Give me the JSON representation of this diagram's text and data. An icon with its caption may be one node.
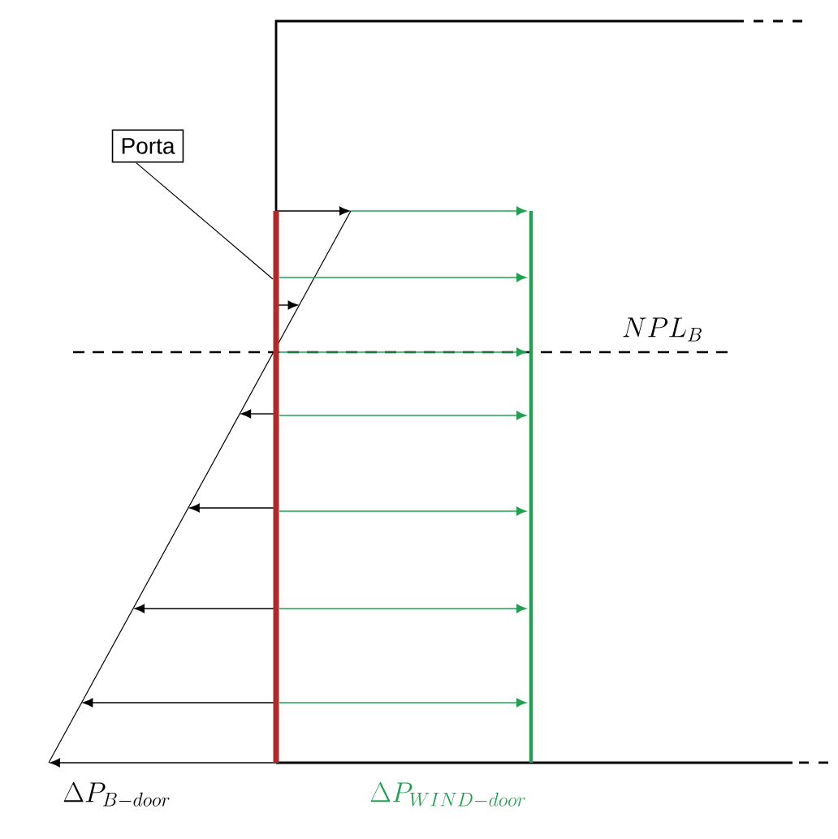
{
  "diagram": {
    "nodes": [
      {
        "text": [
          "Porta"
        ]
      },
      {
        "text": [],
        "shape": "bar"
      }
    ],
    "edges": [
      {
        "from": 0,
        "to": 1,
        "arrow": "none"
      }
    ],
    "labels": [
      "NPL_B",
      "\\Delta P_{B-door}",
      "\\Delta P_{WIND-door}"
    ]
  }
}
